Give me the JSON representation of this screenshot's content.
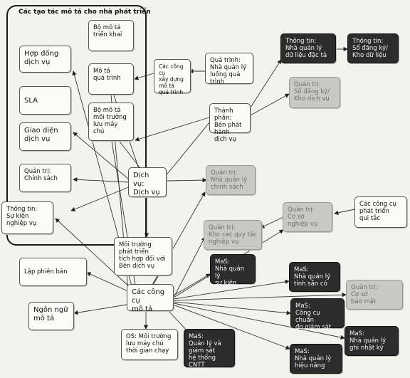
{
  "group": {
    "title": "Các tạo tác mô tả cho nhà phát triển"
  },
  "nodes": {
    "hop_dong": "Hợp đồng\ndịch vụ",
    "sla": "SLA",
    "giao_dien": "Giao diện\ndịch vụ",
    "quan_tri_cs": "Quản trị:\nChính sách",
    "thong_tin_sk": "Thông tin:\nSự kiện\nnghiệp vụ",
    "mo_ta_trien_khai": "Bộ mô tả\ntriển khai",
    "mo_ta_qua_trinh": "Mô tả\nquá trình",
    "mo_ta_moi_truong": "Bộ mô tả\nmôi trường\nlưu máy chủ",
    "cong_cu_xay_dung": "Các công cụ\nxây dựng\nmô tả\nquá trình",
    "qua_trinh_nql": "Quá trình:\nNhà quản lý\nluồng quá trình",
    "thanh_phan": "Thành phần:\nBên phát hành\ndịch vụ",
    "thong_tin_dac_ta": "Thông tin:\nNhà quản lý\ndữ liệu đặc tả",
    "thong_tin_so_dang_ky": "Thông tin:\nSổ đăng ký/\nKho dữ liệu",
    "quan_tri_so_dang_ky": "Quản trị:\nSổ đăng ký/\nKho dịch vụ",
    "dich_vu": "Dịch vụ:\nDịch vụ",
    "quan_tri_chinh_sach": "Quản trị:\nNhà quản lý\nchính sách",
    "quan_tri_ktn": "Quản trị:\nCơ sở\nnghiệp vụ",
    "cong_cu_qui_tac": "Các công cụ\nphát triển\nqui tắc",
    "quan_tri_kho": "Quản trị:\nKho các quy tắc\nnghiệp vụ",
    "moi_truong_tich_hop": "Môi trường\nphát triển\ntích hợp đối với\nBên dịch vụ",
    "lap_phien_ban": "Lập phiên bản",
    "cong_cu_mo_ta": "Các công cụ\nmô tả",
    "ngon_ngu": "Ngôn ngữ\nmô tả",
    "mas_su_kien": "MaS:\nNhà quản lý\nsự kiện",
    "mas_tinh_san_co": "MaS:\nNhà quản lý\ntính sẵn có",
    "quan_tri_bao_mat": "Quản trị:\nCơ sở\nbảo mật",
    "mas_chuan_doan": "MaS:\nCông cụ chuẩn\nđo giám sát",
    "os_moi_truong": "OS: Môi trường\nlưu máy chủ\nthời gian chạy",
    "mas_giam_sat": "MaS:\nQuản lý và\ngiám sát\nhệ thống CNTT",
    "mas_ghi_nhat_ky": "MaS:\nNhà quản lý\nghi nhật ký",
    "mas_hieu_nang": "MaS:\nNhà quản lý\nhiệu năng"
  }
}
